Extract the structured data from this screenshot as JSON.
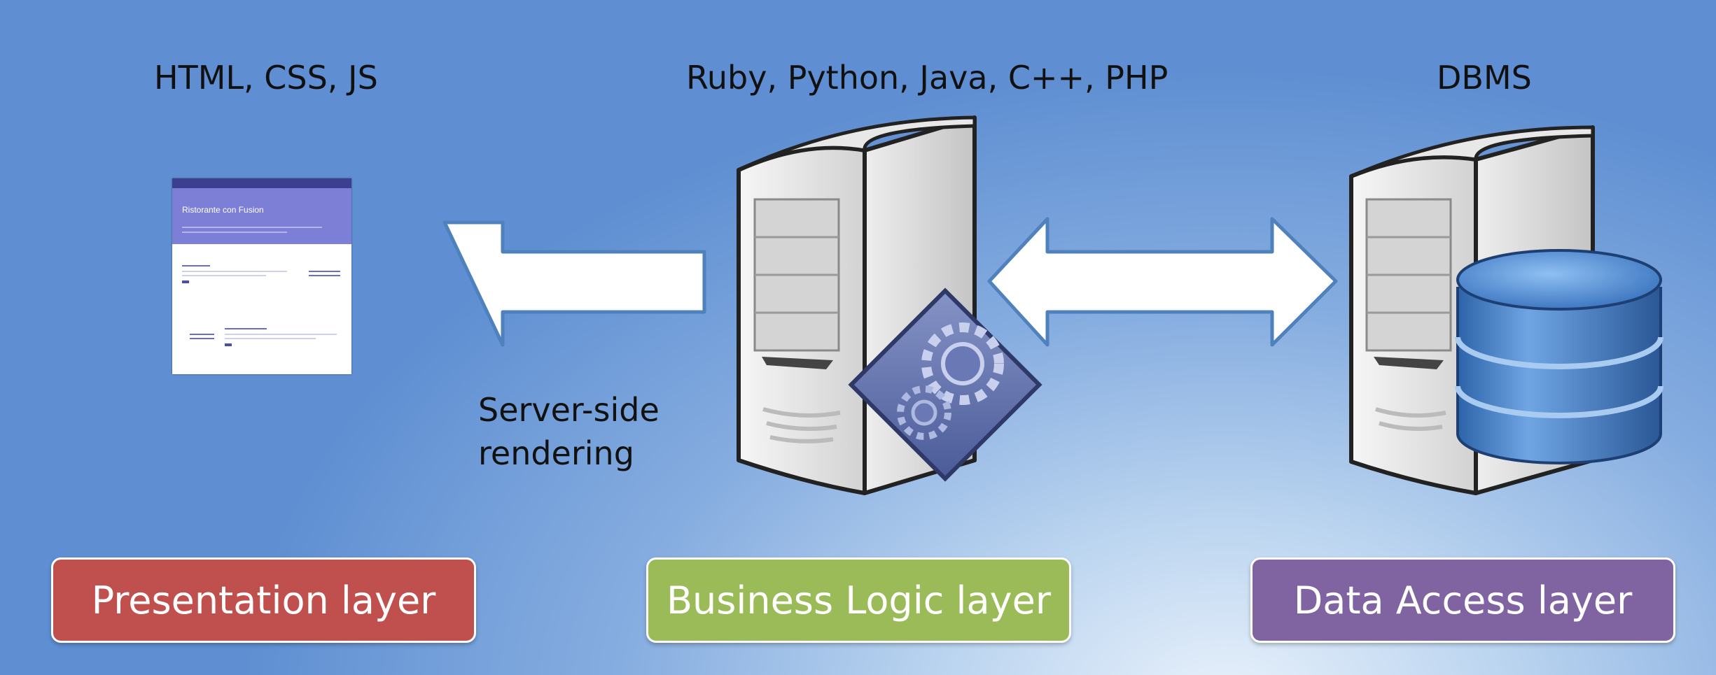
{
  "technologies": {
    "presentation": "HTML, CSS, JS",
    "business": "Ruby, Python, Java, C++, PHP",
    "data": "DBMS"
  },
  "caption": {
    "line1": "Server-side",
    "line2": "rendering"
  },
  "thumbnail": {
    "title": "Ristorante con Fusion"
  },
  "layers": {
    "presentation": "Presentation layer",
    "business": "Business Logic layer",
    "data": "Data Access layer"
  },
  "colors": {
    "presentation": "#c0504d",
    "business": "#9bbb59",
    "data": "#8064a2",
    "arrow_stroke": "#4f81bd"
  }
}
